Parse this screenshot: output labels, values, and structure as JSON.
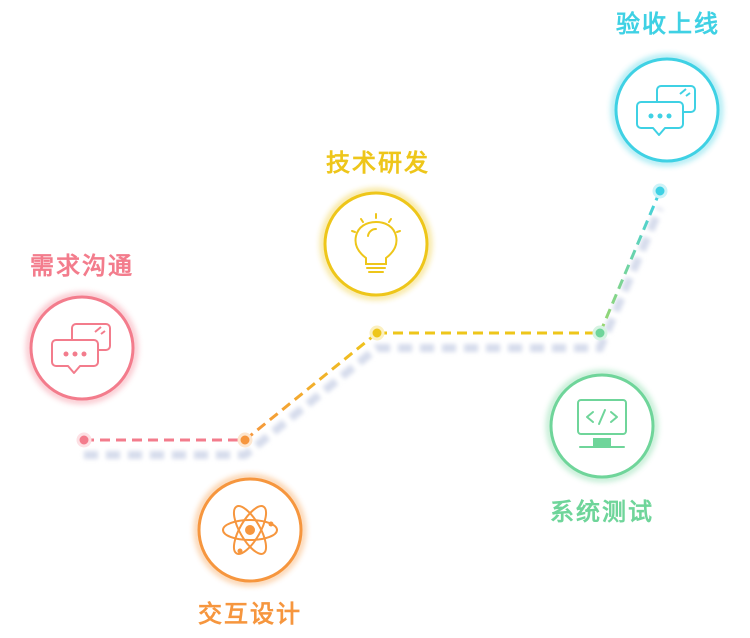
{
  "steps": [
    {
      "label": "需求沟通",
      "color": "#f37c8c",
      "icon": "chat-bubbles-icon"
    },
    {
      "label": "交互设计",
      "color": "#f6963e",
      "icon": "atom-icon"
    },
    {
      "label": "技术研发",
      "color": "#eec61a",
      "icon": "lightbulb-icon"
    },
    {
      "label": "系统测试",
      "color": "#6fd59a",
      "icon": "code-monitor-icon"
    },
    {
      "label": "验收上线",
      "color": "#3fd1e4",
      "icon": "chat-bubbles-icon"
    }
  ]
}
